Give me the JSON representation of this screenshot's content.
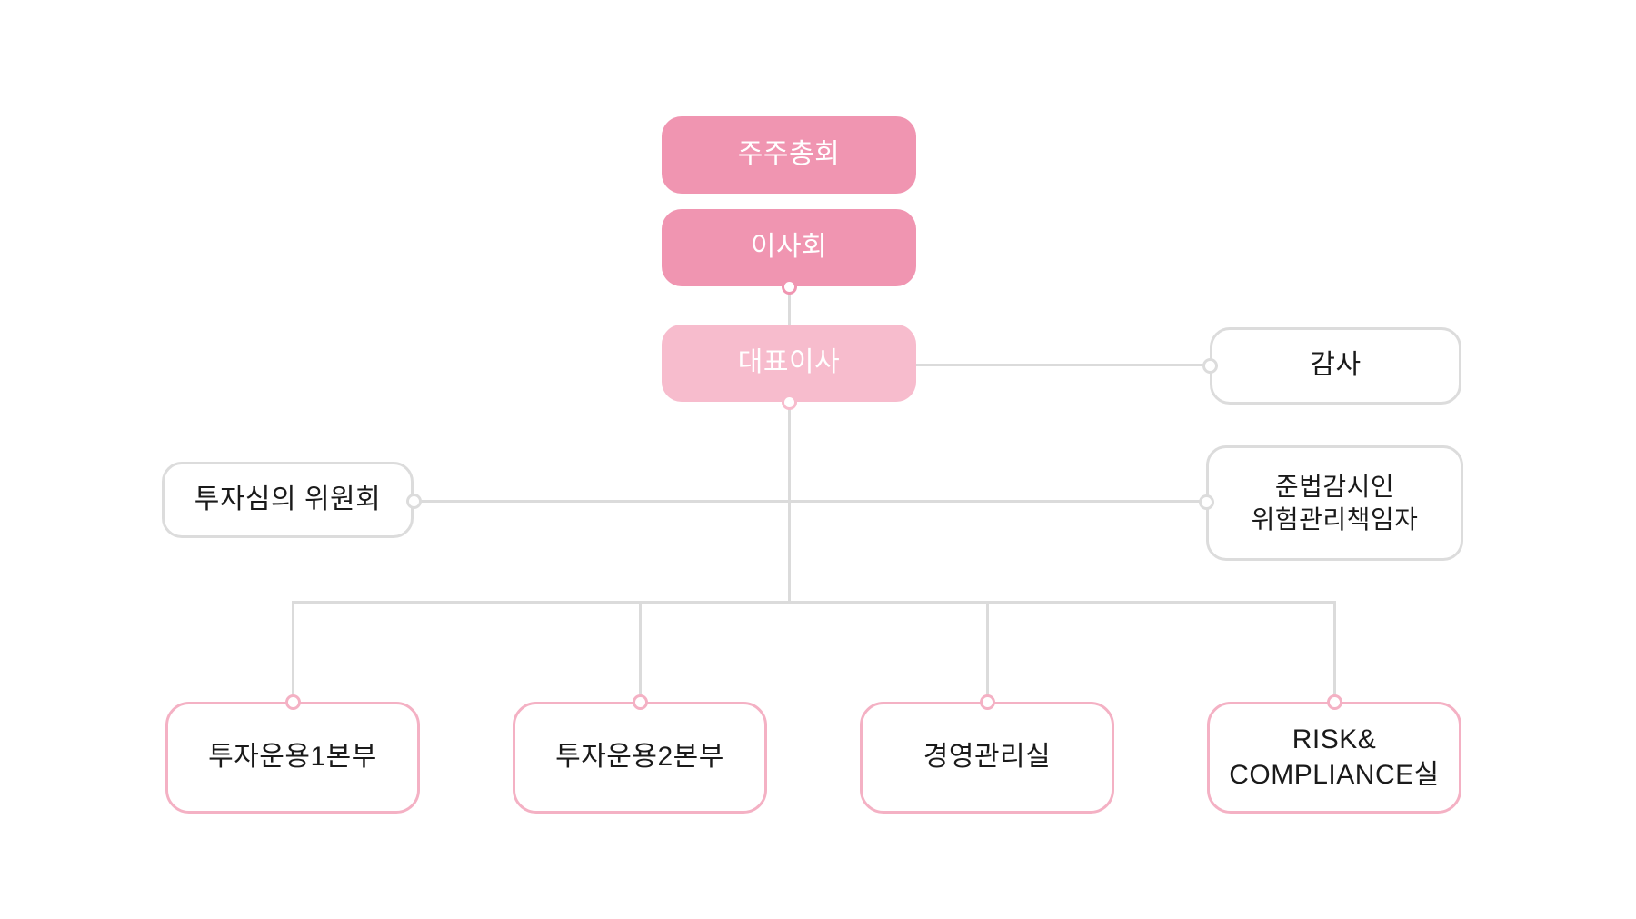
{
  "colors": {
    "primary_pink": "#F095B1",
    "light_pink": "#F7BCCD",
    "pink_border": "#F4B1C4",
    "gray_line": "#DBDBDB",
    "gray_border": "#DCDCDC",
    "text_dark": "#1A1A1A",
    "text_light": "#FFFFFF",
    "bg": "#FFFFFF"
  },
  "org_chart": {
    "type": "organization-chart",
    "nodes": {
      "shareholders_meeting": {
        "label": "주주총회"
      },
      "board_of_directors": {
        "label": "이사회"
      },
      "ceo": {
        "label": "대표이사"
      },
      "auditor": {
        "label": "감사"
      },
      "investment_review_committee": {
        "label": "투자심의 위원회"
      },
      "compliance_officer": {
        "line1": "준법감시인",
        "line2": "위험관리책임자"
      },
      "investment_division_1": {
        "label": "투자운용1본부"
      },
      "investment_division_2": {
        "label": "투자운용2본부"
      },
      "management_office": {
        "label": "경영관리실"
      },
      "risk_compliance_office": {
        "line1": "RISK&",
        "line2": "COMPLIANCE실"
      }
    }
  }
}
